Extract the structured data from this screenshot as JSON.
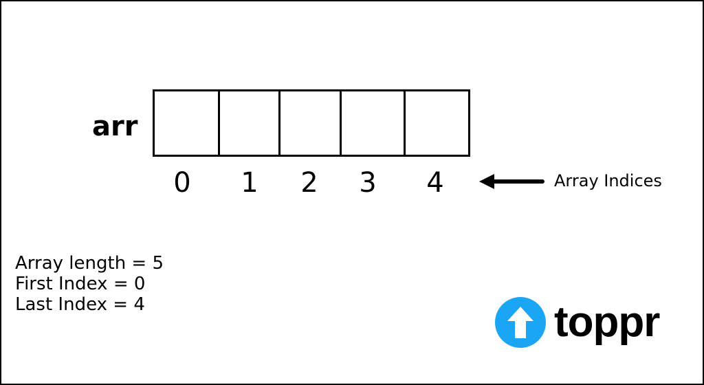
{
  "array": {
    "name": "arr",
    "indices": [
      "0",
      "1",
      "2",
      "3",
      "4"
    ],
    "indices_caption": "Array Indices"
  },
  "info": {
    "length_line": "Array length = 5",
    "first_index_line": "First Index = 0",
    "last_index_line": "Last Index = 4"
  },
  "brand": {
    "name": "toppr",
    "icon": "up-arrow-icon",
    "color": "#1ba5f5"
  }
}
